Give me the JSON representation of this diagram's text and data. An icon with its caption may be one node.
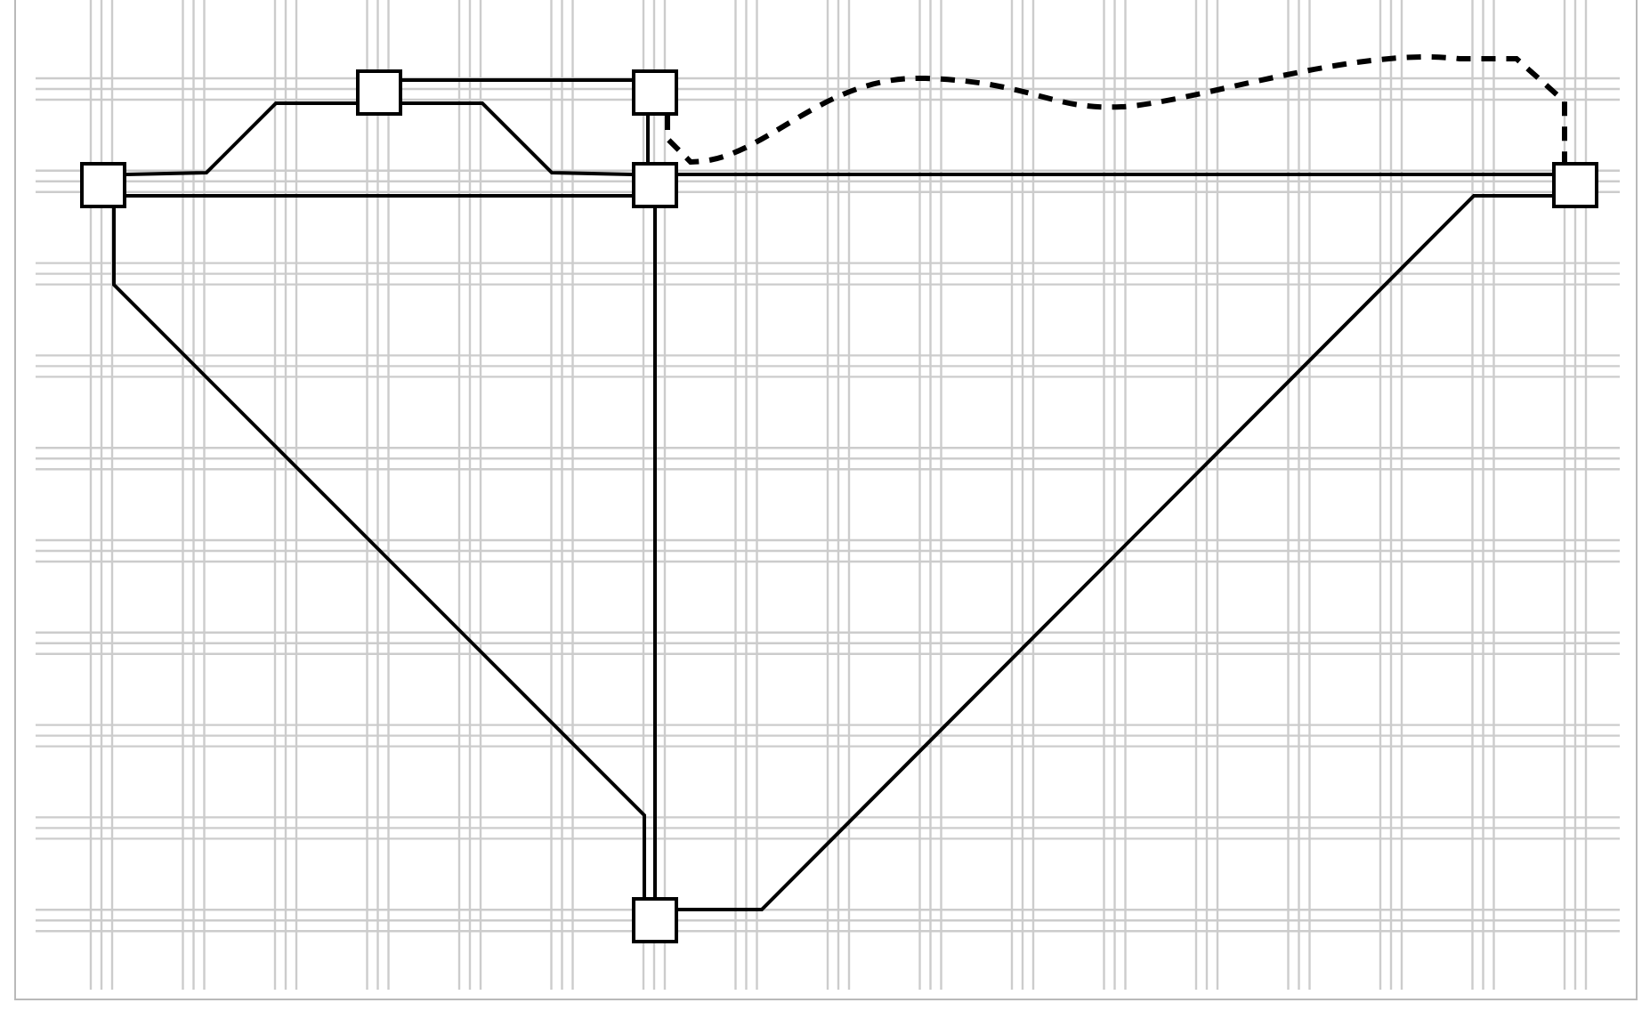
{
  "diagram": {
    "nodes": [
      {
        "text": [],
        "shape": "box"
      },
      {
        "text": [],
        "shape": "box"
      },
      {
        "text": [],
        "shape": "box"
      },
      {
        "text": [],
        "shape": "box"
      },
      {
        "text": [],
        "shape": "box"
      },
      {
        "text": [],
        "shape": "box"
      }
    ],
    "edges": [
      {
        "from": 0,
        "to": 1,
        "arrow": "none"
      },
      {
        "from": 1,
        "to": 3,
        "arrow": "none"
      },
      {
        "from": 1,
        "to": 2,
        "arrow": "none"
      },
      {
        "from": 0,
        "to": 3,
        "arrow": "none"
      },
      {
        "from": 2,
        "to": 3,
        "arrow": "none"
      },
      {
        "from": 2,
        "to": 4,
        "arrow": "none",
        "style": "dashed"
      },
      {
        "from": 3,
        "to": 4,
        "arrow": "none"
      },
      {
        "from": 4,
        "to": 5,
        "arrow": "none"
      },
      {
        "from": 0,
        "to": 5,
        "arrow": "none"
      },
      {
        "from": 3,
        "to": 5,
        "arrow": "none"
      }
    ]
  }
}
